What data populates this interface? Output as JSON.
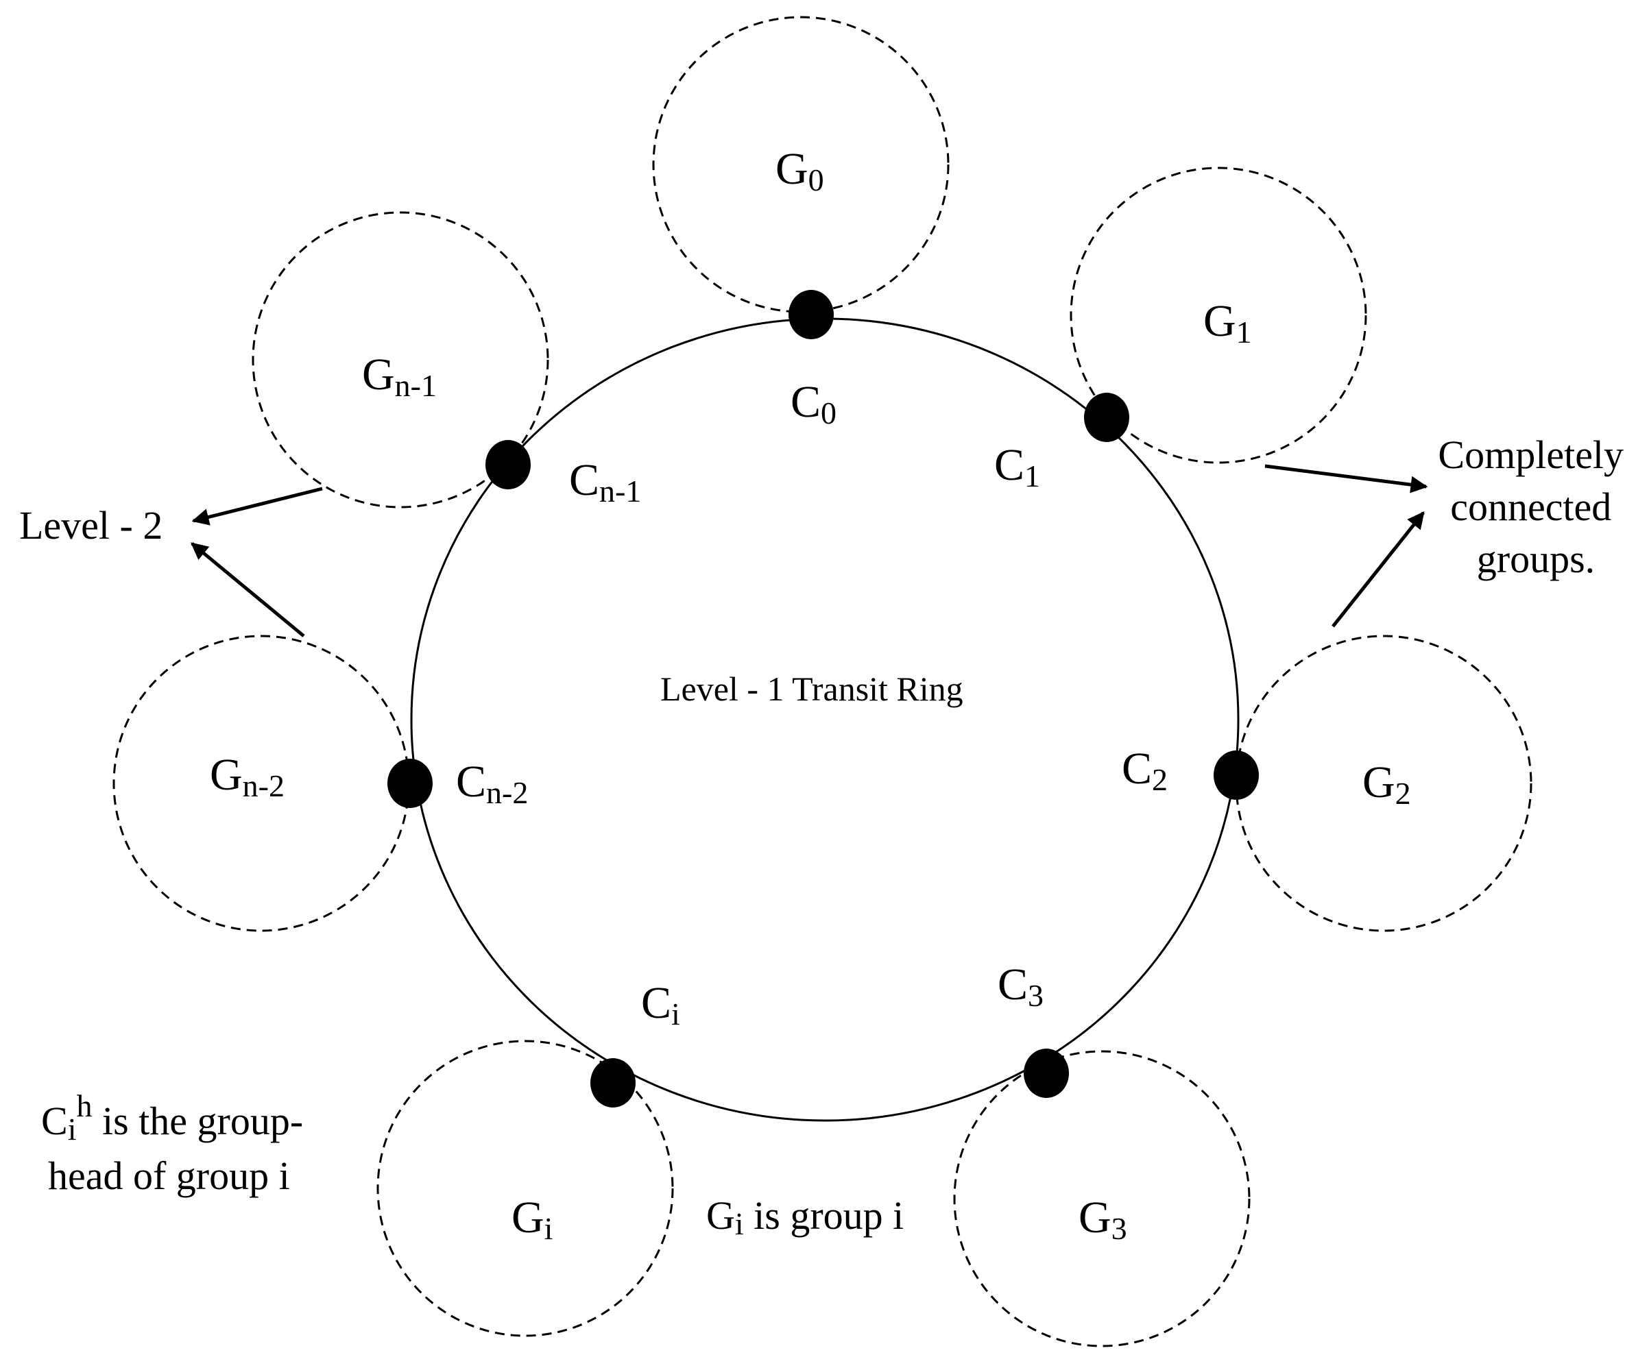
{
  "ring": {
    "label": "Level - 1 Transit Ring"
  },
  "groups": [
    {
      "base": "G",
      "sub": "0"
    },
    {
      "base": "G",
      "sub": "1"
    },
    {
      "base": "G",
      "sub": "2"
    },
    {
      "base": "G",
      "sub": "3"
    },
    {
      "base": "G",
      "sub": "i"
    },
    {
      "base": "G",
      "sub": "n-2"
    },
    {
      "base": "G",
      "sub": "n-1"
    }
  ],
  "heads": [
    {
      "base": "C",
      "sub": "0"
    },
    {
      "base": "C",
      "sub": "1"
    },
    {
      "base": "C",
      "sub": "2"
    },
    {
      "base": "C",
      "sub": "3"
    },
    {
      "base": "C",
      "sub": "i"
    },
    {
      "base": "C",
      "sub": "n-2"
    },
    {
      "base": "C",
      "sub": "n-1"
    }
  ],
  "annotations": {
    "level2": "Level - 2",
    "completely_connected": [
      "Completely",
      "connected",
      "groups."
    ],
    "group_head_note": {
      "base": "C",
      "sub": "i",
      "sup": "h",
      "rest": " is the group-",
      "line2": "head of group i"
    },
    "group_note": {
      "base": "G",
      "sub": "i",
      "rest": " is group i"
    }
  }
}
